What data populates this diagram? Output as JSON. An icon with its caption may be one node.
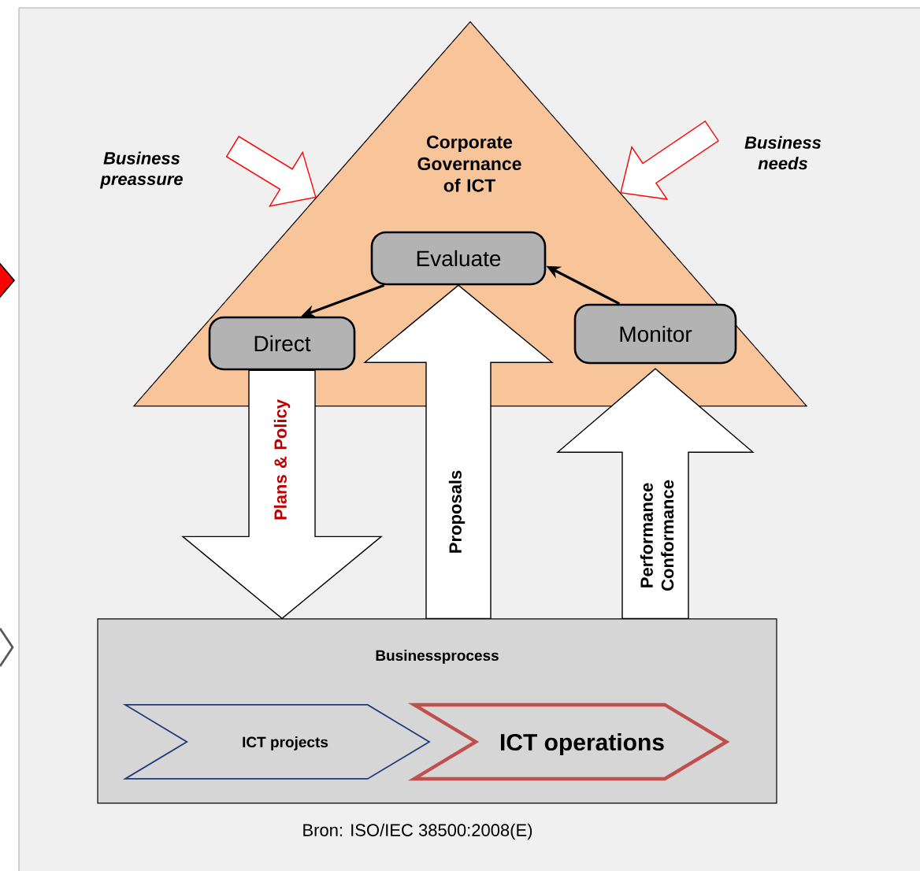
{
  "diagram": {
    "caption": "Bron: ISO/IEC 38500:2008(E)",
    "nodes": [
      {
        "text": [
          "Corporate Governance of ICT"
        ]
      },
      {
        "text": [
          "Evaluate"
        ],
        "in": 0
      },
      {
        "text": [
          "Direct"
        ],
        "in": 0
      },
      {
        "text": [
          "Monitor"
        ],
        "in": 0
      },
      {
        "text": [
          "Businessprocess"
        ]
      },
      {
        "text": [
          "ICT projects"
        ],
        "in": 4
      },
      {
        "text": [
          "ICT operations"
        ],
        "in": 4
      },
      {
        "text": [
          "Business preassure"
        ]
      },
      {
        "text": [
          "Business needs"
        ]
      }
    ],
    "edges": [
      {
        "from": 1,
        "to": 2,
        "arrow": "to"
      },
      {
        "from": 3,
        "to": 1,
        "arrow": "to"
      },
      {
        "from": 2,
        "to": 4,
        "arrow": "to",
        "label": "Plans & Policy"
      },
      {
        "from": 4,
        "to": 1,
        "arrow": "to",
        "label": "Proposals"
      },
      {
        "from": 4,
        "to": 3,
        "arrow": "to",
        "label": "Performance Conformance"
      },
      {
        "from": 7,
        "to": 0,
        "arrow": "to",
        "color": "#ff0000"
      },
      {
        "from": 8,
        "to": 0,
        "arrow": "to",
        "color": "#ff0000"
      }
    ]
  }
}
